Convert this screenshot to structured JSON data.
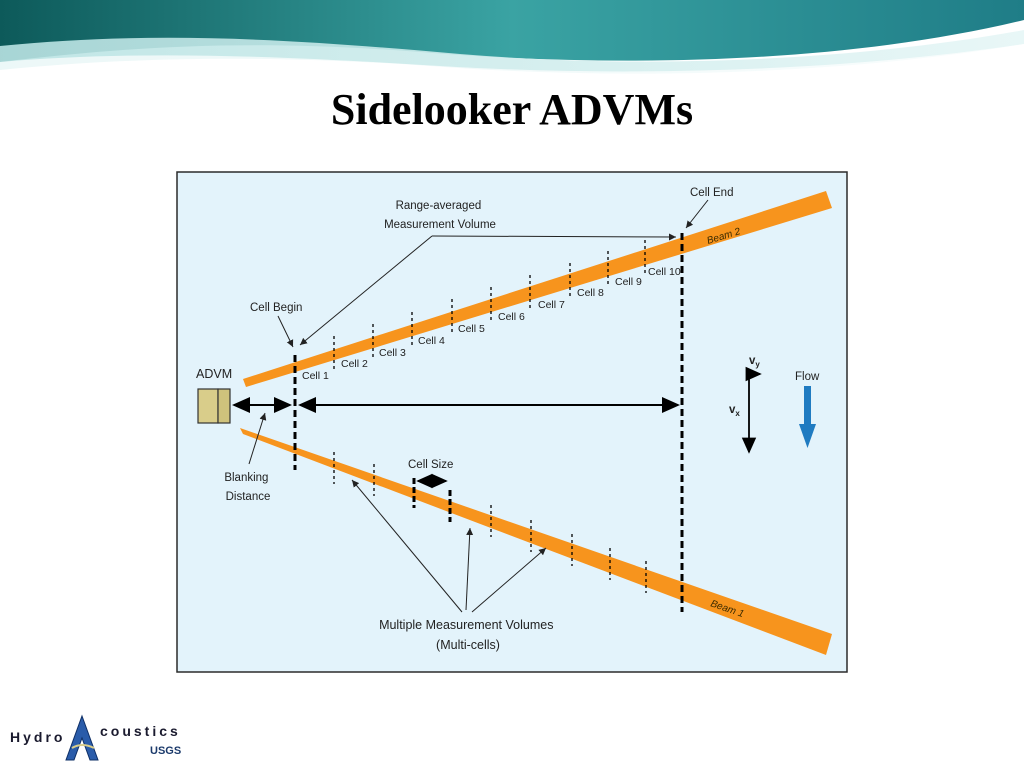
{
  "slide": {
    "title": "Sidelooker ADVMs"
  },
  "diagram": {
    "advm_label": "ADVM",
    "range_averaged_line1": "Range-averaged",
    "range_averaged_line2": "Measurement Volume",
    "cell_end": "Cell End",
    "cell_begin": "Cell Begin",
    "beam2": "Beam 2",
    "beam1": "Beam 1",
    "cells": [
      "Cell 1",
      "Cell 2",
      "Cell 3",
      "Cell 4",
      "Cell 5",
      "Cell 6",
      "Cell 7",
      "Cell 8",
      "Cell 9",
      "Cell 10"
    ],
    "blanking_line1": "Blanking",
    "blanking_line2": "Distance",
    "cell_size": "Cell Size",
    "multiple_line1": "Multiple Measurement Volumes",
    "multiple_line2": "(Multi-cells)",
    "vy": "v",
    "vy_sub": "y",
    "vx": "v",
    "vx_sub": "x",
    "flow": "Flow",
    "colors": {
      "beam": "#f7941d",
      "panel": "#e3f3fb",
      "flow_arrow": "#1f7bc1",
      "advm": "#d9cd8a"
    }
  },
  "logo": {
    "hydro": "Hydro",
    "coustics": "coustics",
    "usgs": "USGS",
    "icon": "a-triangle-logo-icon"
  }
}
